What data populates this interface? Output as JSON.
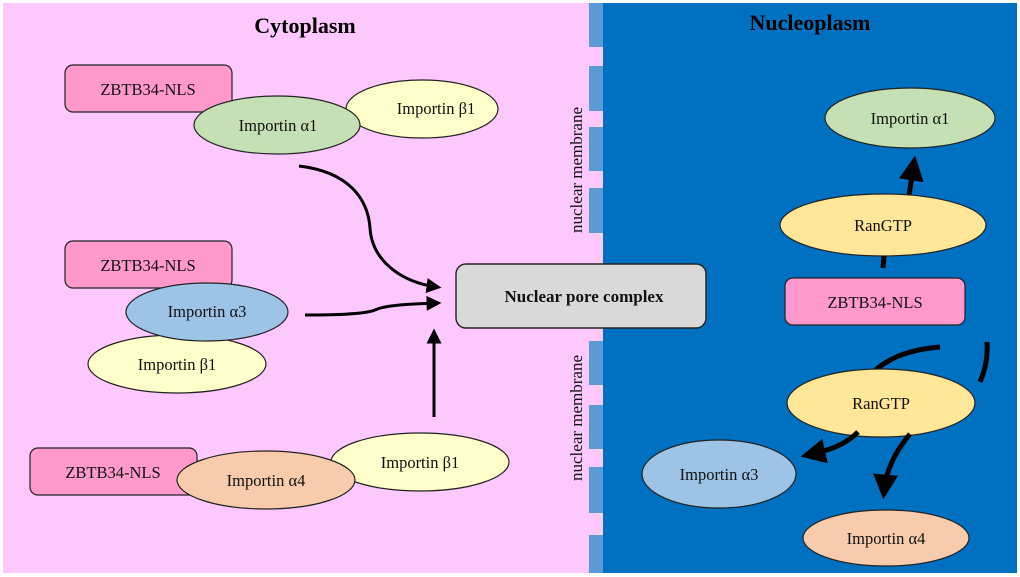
{
  "colors": {
    "cytoplasm_bg": "#fdc8fd",
    "nucleoplasm_bg": "#0070c0",
    "membrane_segments": "#5b9bd5",
    "zbtb34": "#ff99cc",
    "importin_alpha1": "#c5e0b4",
    "importin_alpha3": "#9dc3e6",
    "importin_alpha4": "#f8cbad",
    "importin_beta1": "#ffffcc",
    "rangtp": "#ffe699",
    "npc": "#d9d9d9"
  },
  "regions": {
    "cytoplasm": "Cytoplasm",
    "nucleoplasm": "Nucleoplasm",
    "membrane_top": "nuclear membrane",
    "membrane_bottom": "nuclear membrane"
  },
  "npc": {
    "label": "Nuclear pore complex"
  },
  "cytoplasm_complexes": [
    {
      "cargo": "ZBTB34-NLS",
      "alpha": "Importin α1",
      "beta": "Importin β1"
    },
    {
      "cargo": "ZBTB34-NLS",
      "alpha": "Importin α3",
      "beta": "Importin β1"
    },
    {
      "cargo": "ZBTB34-NLS",
      "alpha": "Importin α4",
      "beta": "Importin β1"
    }
  ],
  "nucleus": {
    "released_alpha1": "Importin α1",
    "rangtp_top": "RanGTP",
    "cargo": "ZBTB34-NLS",
    "rangtp_bottom": "RanGTP",
    "released_alpha3": "Importin α3",
    "released_alpha4": "Importin α4"
  }
}
